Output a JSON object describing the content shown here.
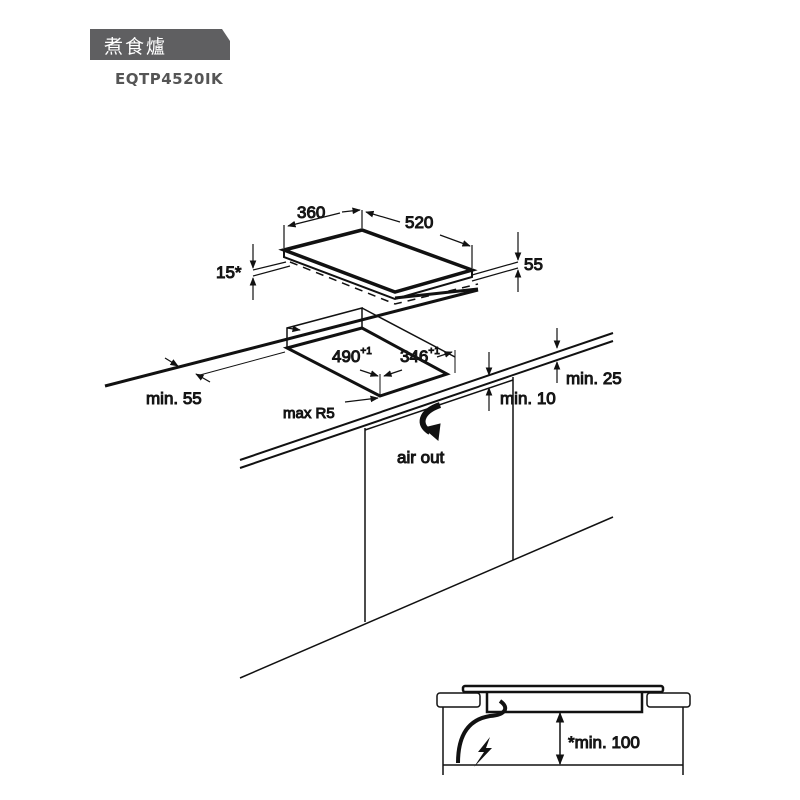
{
  "header": {
    "title": "煮食爐",
    "model": "EQTP4520IK",
    "tab_color": "#5f5f61"
  },
  "diagram": {
    "dimensions": {
      "hob_depth": "360",
      "hob_width": "520",
      "hob_offset": "15*",
      "hob_height": "55",
      "cutout_width": "490",
      "cutout_width_tol": "+1",
      "cutout_depth": "346",
      "cutout_depth_tol": "+1",
      "min_back": "min. 55",
      "min_front": "min. 25",
      "min_gap": "min. 10",
      "max_radius": "max R5",
      "air_out": "air out",
      "min_below": "*min. 100"
    }
  }
}
